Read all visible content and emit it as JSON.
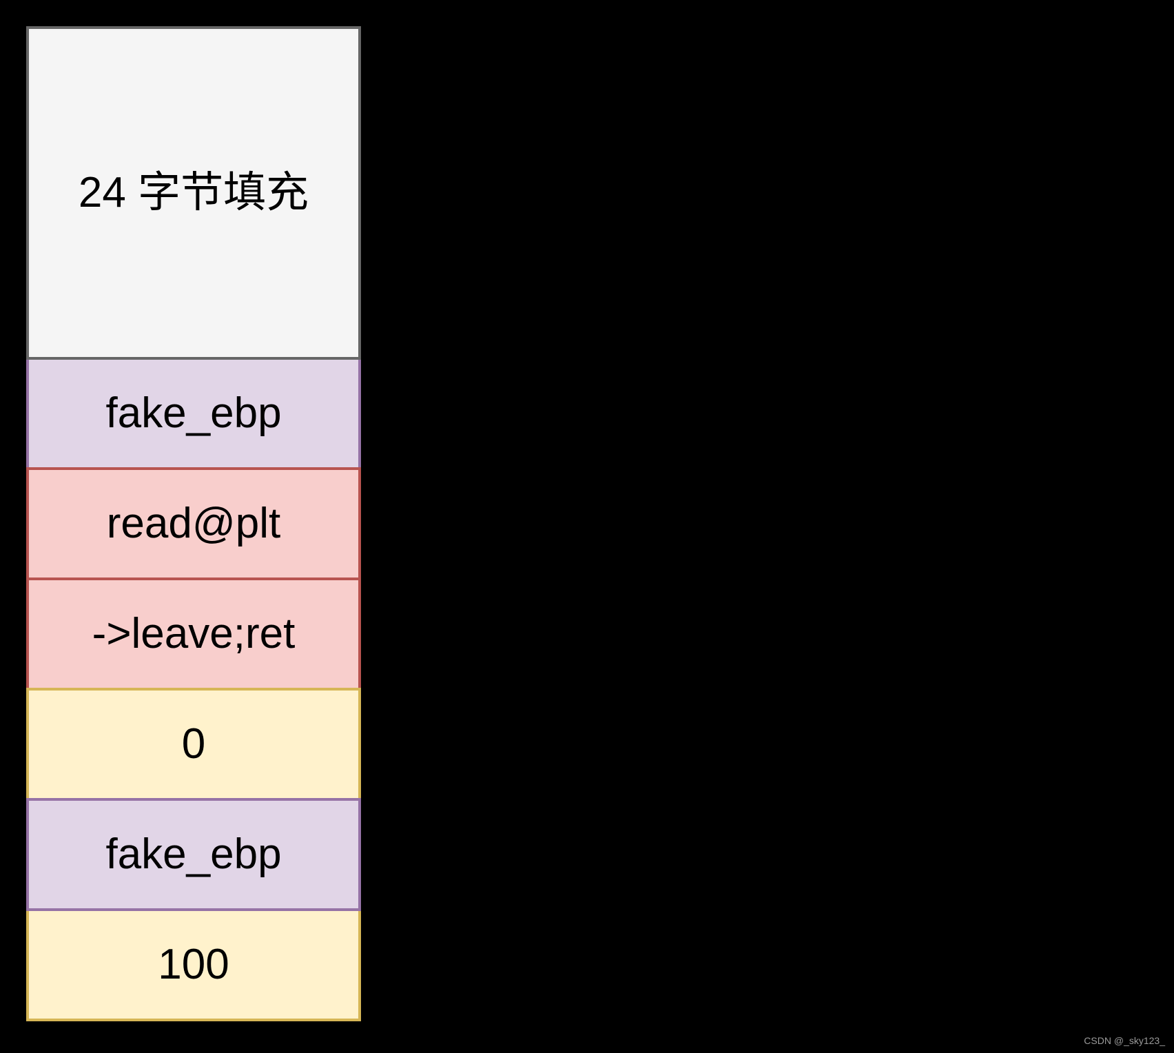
{
  "diagram": {
    "background_color": "#000000",
    "text_color": "#000000",
    "cells": [
      {
        "label": "24 字节填充",
        "fill": "#f5f5f5",
        "stroke": "#666666"
      },
      {
        "label": "fake_ebp",
        "fill": "#e1d5e7",
        "stroke": "#9673a6"
      },
      {
        "label": "read@plt",
        "fill": "#f8cecc",
        "stroke": "#b85450"
      },
      {
        "label": "->leave;ret",
        "fill": "#f8cecc",
        "stroke": "#b85450"
      },
      {
        "label": "0",
        "fill": "#fff2cc",
        "stroke": "#d6b656"
      },
      {
        "label": "fake_ebp",
        "fill": "#e1d5e7",
        "stroke": "#9673a6"
      },
      {
        "label": "100",
        "fill": "#fff2cc",
        "stroke": "#d6b656"
      }
    ]
  },
  "watermark": {
    "text": "CSDN @_sky123_",
    "color": "#9a9a9a"
  }
}
